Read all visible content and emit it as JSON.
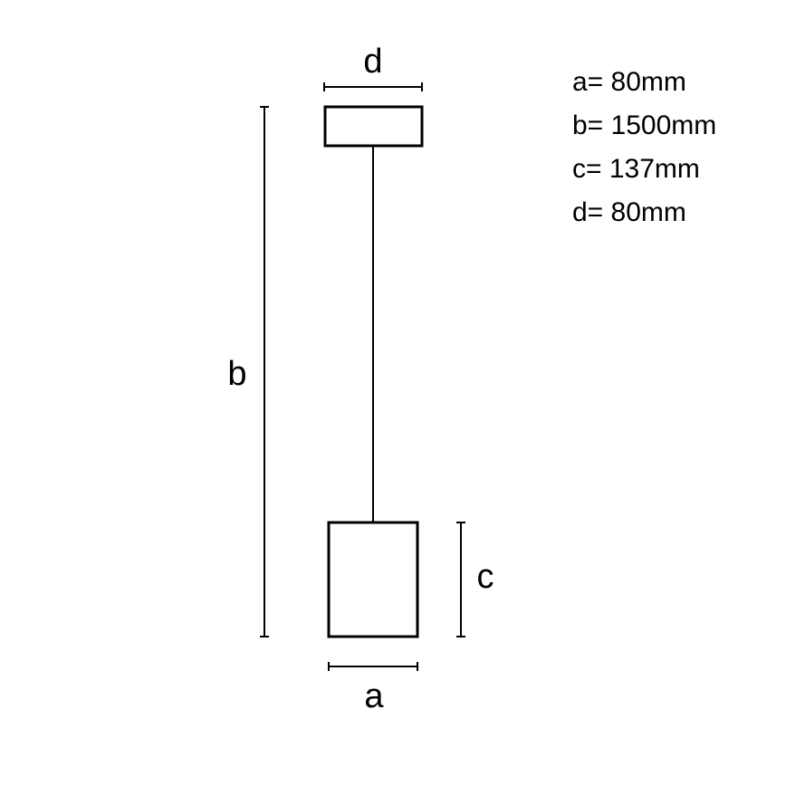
{
  "labels": {
    "a": "a",
    "b": "b",
    "c": "c",
    "d": "d"
  },
  "specs": [
    {
      "text": "a= 80mm"
    },
    {
      "text": "b= 1500mm"
    },
    {
      "text": "c= 137mm"
    },
    {
      "text": "d= 80mm"
    }
  ],
  "colors": {
    "line": "#000000",
    "background": "#ffffff"
  }
}
